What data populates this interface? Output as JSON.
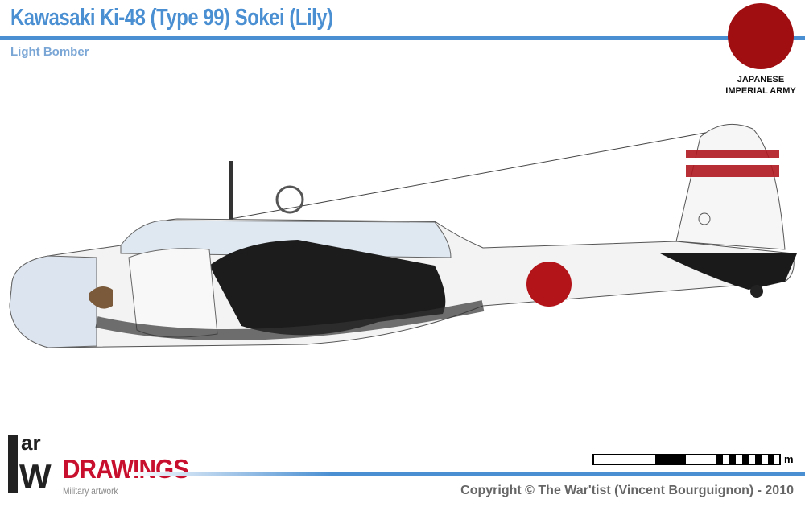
{
  "header": {
    "title": "Kawasaki Ki-48 (Type 99) Sokei (Lily)",
    "subtitle": "Light Bomber"
  },
  "nationality": {
    "line1": "JAPANESE",
    "line2": "IMPERIAL ARMY",
    "roundel_color": "#a10e12"
  },
  "logo": {
    "text_top": "ar",
    "text_main": "DRAWINGS",
    "tagline": "Military artwork",
    "letter_w": "W"
  },
  "scale_bar": {
    "unit": "m"
  },
  "footer": {
    "copyright": "Copyright © The War'tist (Vincent Bourguignon) - 2010"
  },
  "colors": {
    "accent": "#4a8fd2",
    "hinomaru": "#a10e12",
    "logo_red": "#c8102e"
  }
}
